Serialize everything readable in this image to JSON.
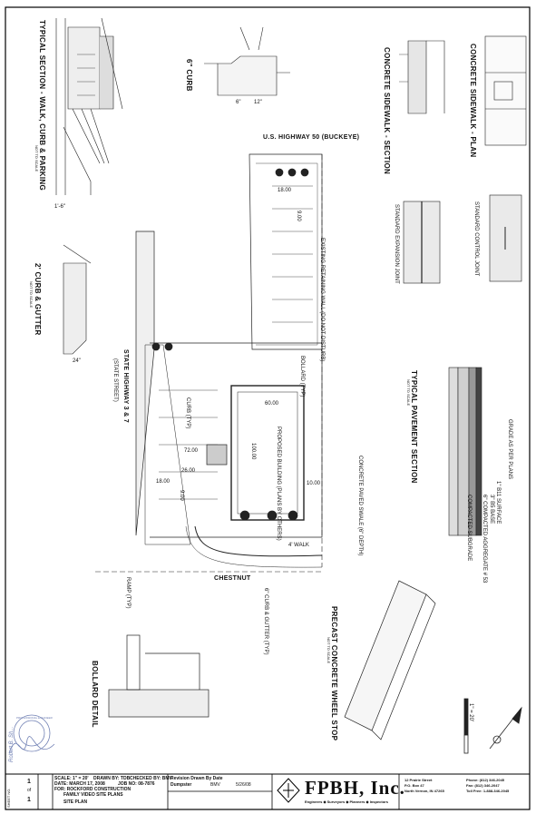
{
  "sheet": {
    "highway_label": "U.S. HIGHWAY 50 (BUCKEYE)",
    "state_highway_label": "STATE HIGHWAY 3 & 7",
    "state_street_label": "(STATE STREET)",
    "chestnut_label": "CHESTNUT",
    "curb_6_title": "6\" CURB",
    "curb_gutter_title": "2' CURB & GUTTER",
    "typical_section_title": "TYPICAL SECTION - WALK, CURB & PARKING",
    "pavement_section_title": "TYPICAL PAVEMENT SECTION",
    "wheel_stop_title": "PRECAST CONCRETE WHEEL STOP",
    "bollard_title": "BOLLARD DETAIL",
    "sidewalk_section_title": "CONCRETE SIDEWALK - SECTION",
    "sidewalk_plan_title": "CONCRETE SIDEWALK - PLAN",
    "expansion_joint_title": "STANDARD EXPANSION JOINT",
    "control_joint_title": "STANDARD CONTROL JOINT",
    "nts_label": "NOT TO SCALE",
    "proposed_building": "PROPOSED BUILDING (PLANS BY OTHERS)",
    "dim_60": "60.00",
    "dim_100": "100.00",
    "dim_72": "72.00",
    "dim_26": "26.00",
    "dim_18a": "18.00",
    "dim_18b": "18.00",
    "dim_9a": "9.00",
    "dim_9b": "9.00",
    "dim_10": "10.00",
    "walk_label": "4' WALK",
    "curb_gutter_note": "6\" CURB & GUTTER (TYP)",
    "curb_typ": "CURB (TYP)",
    "bollard_typ": "BOLLARD (TYP)",
    "ramp_typ": "RAMP (TYP)",
    "concrete_paved": "CONCRETE PAVED SWALE (6\" DEPTH)",
    "existing_wall": "EXISTING RETAINING WALL (DO NOT DISTURB)",
    "pavement_notes": [
      "1\" B11 SURFACE",
      "3\" B5 BASE",
      "6\" COMPACTED AGGREGATE # 53",
      "COMPACTED SUBGRADE",
      "GRADE AS PER PLANS"
    ],
    "curb_dims": [
      "1'-6\"",
      "6\"",
      "12\"",
      "24\""
    ],
    "scale_bar_label": "1\" = 20'"
  },
  "title_block": {
    "scale": "SCALE: 1\" = 20'",
    "drawn_by": "DRAWN BY: TDB",
    "checked_by": "CHECKED BY: BMV",
    "date": "DATE: MARCH 17, 2008",
    "job_no": "JOB NO: 08-7876",
    "client": "FOR: ROCKFORD CONSTRUCTION",
    "project": "FAMILY VIDEO SITE PLANS",
    "sheet_title": "SITE PLAN",
    "revision_header": "Revision   Drawn By   Date",
    "dumpster": "Dumpster",
    "revision_by": "BMV",
    "revision_date": "5/26/08",
    "sheet_no_label": "SHEET NO.",
    "sheet_no": "1",
    "sheet_of": "of",
    "sheet_total": "1",
    "firm_name": "FPBH, Inc.",
    "firm_tagline": "Engineers  ◆  Surveyors  ◆  Planners  ◆  Inspectors",
    "firm_address": [
      "12 Prairie Street",
      "P.O. Box 47",
      "North Vernon, IN 47265"
    ],
    "firm_phone": [
      "Phone: (812) 346-2045",
      "Fax: (812) 346-2047",
      "Toll Free: 1-888-346-2045"
    ]
  },
  "stamp": {
    "text": "PROFESSIONAL ENGINEER",
    "signature": "Robert B. Sh..."
  }
}
